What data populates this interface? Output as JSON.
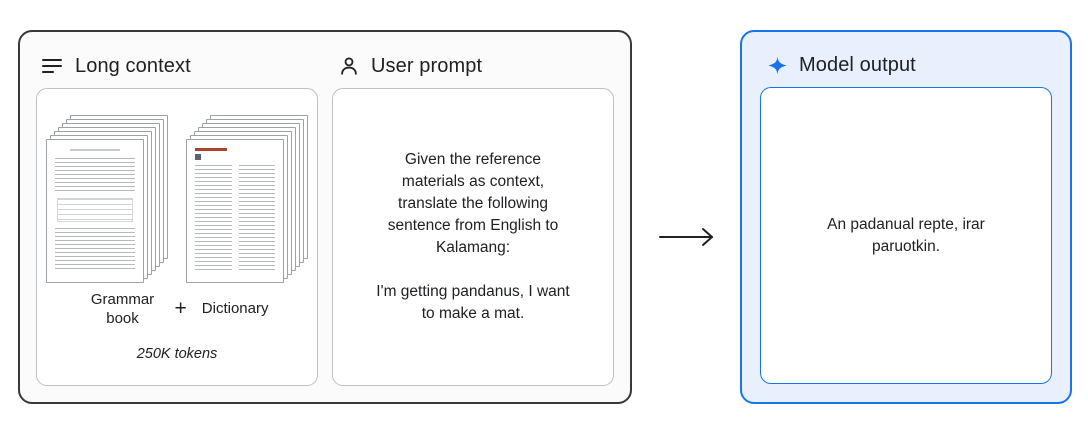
{
  "colors": {
    "panel_outline_dark": "#37393b",
    "card_border_gray": "#bdc1c6",
    "accent_blue": "#1a73e8",
    "blue_panel_bg": "#e8f0fe",
    "text": "#202124",
    "dictionary_title_red": "#a8442f"
  },
  "icons": {
    "long_context": "text-lines-icon",
    "user_prompt": "person-icon",
    "model_output": "sparkle-icon",
    "flow": "arrow-right-icon"
  },
  "left_panel": {
    "long_context": {
      "title": "Long context",
      "grammar_label": "Grammar book",
      "plus_sign": "+",
      "dictionary_label": "Dictionary",
      "tokens_note": "250K tokens"
    },
    "user_prompt": {
      "title": "User prompt",
      "instruction": "Given the reference materials as context, translate the following sentence from English to Kalamang:",
      "sentence": "I'm getting pandanus, I want to make a mat."
    }
  },
  "model_output": {
    "title": "Model output",
    "text": "An padanual repte, irar paruotkin."
  }
}
